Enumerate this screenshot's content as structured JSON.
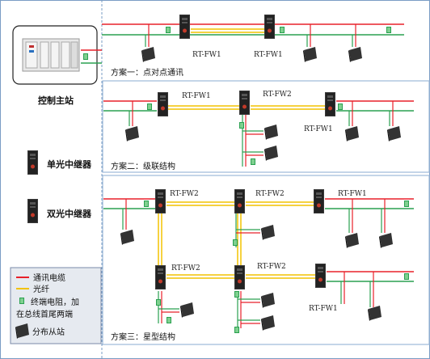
{
  "sidebar": {
    "master_label": "控制主站",
    "single_label": "单光中继器",
    "dual_label": "双光中继器"
  },
  "legend": {
    "items": [
      {
        "label": "通讯电缆",
        "color": "#e8202a"
      },
      {
        "label": "光纤",
        "color": "#f2c200"
      },
      {
        "label": "终端电阻，加",
        "color": "#2aa050"
      },
      {
        "label": "在总线首尾两端",
        "color": ""
      },
      {
        "label": "分布从站",
        "color": ""
      }
    ]
  },
  "schemes": [
    {
      "caption": "方案一：点对点通讯",
      "devices": [
        "RT-FW1",
        "RT-FW1"
      ]
    },
    {
      "caption": "方案二：级联结构",
      "devices": [
        "RT-FW1",
        "RT-FW2",
        "RT-FW1"
      ]
    },
    {
      "caption": "方案三：星型结构",
      "devices": [
        "RT-FW2",
        "RT-FW2",
        "RT-FW1",
        "RT-FW2",
        "RT-FW2",
        "RT-FW1"
      ]
    }
  ],
  "colors": {
    "cable": "#e8202a",
    "fiber": "#f2c200",
    "terminator": "#2aa050",
    "bus_green": "#2aa050",
    "panel_border": "#9db9d8",
    "legend_bg": "#e6eaf0"
  },
  "icons": {
    "repeater": "repeater-icon",
    "slave": "slave-station-icon",
    "plc": "plc-master-icon",
    "terminator": "terminator-icon"
  }
}
